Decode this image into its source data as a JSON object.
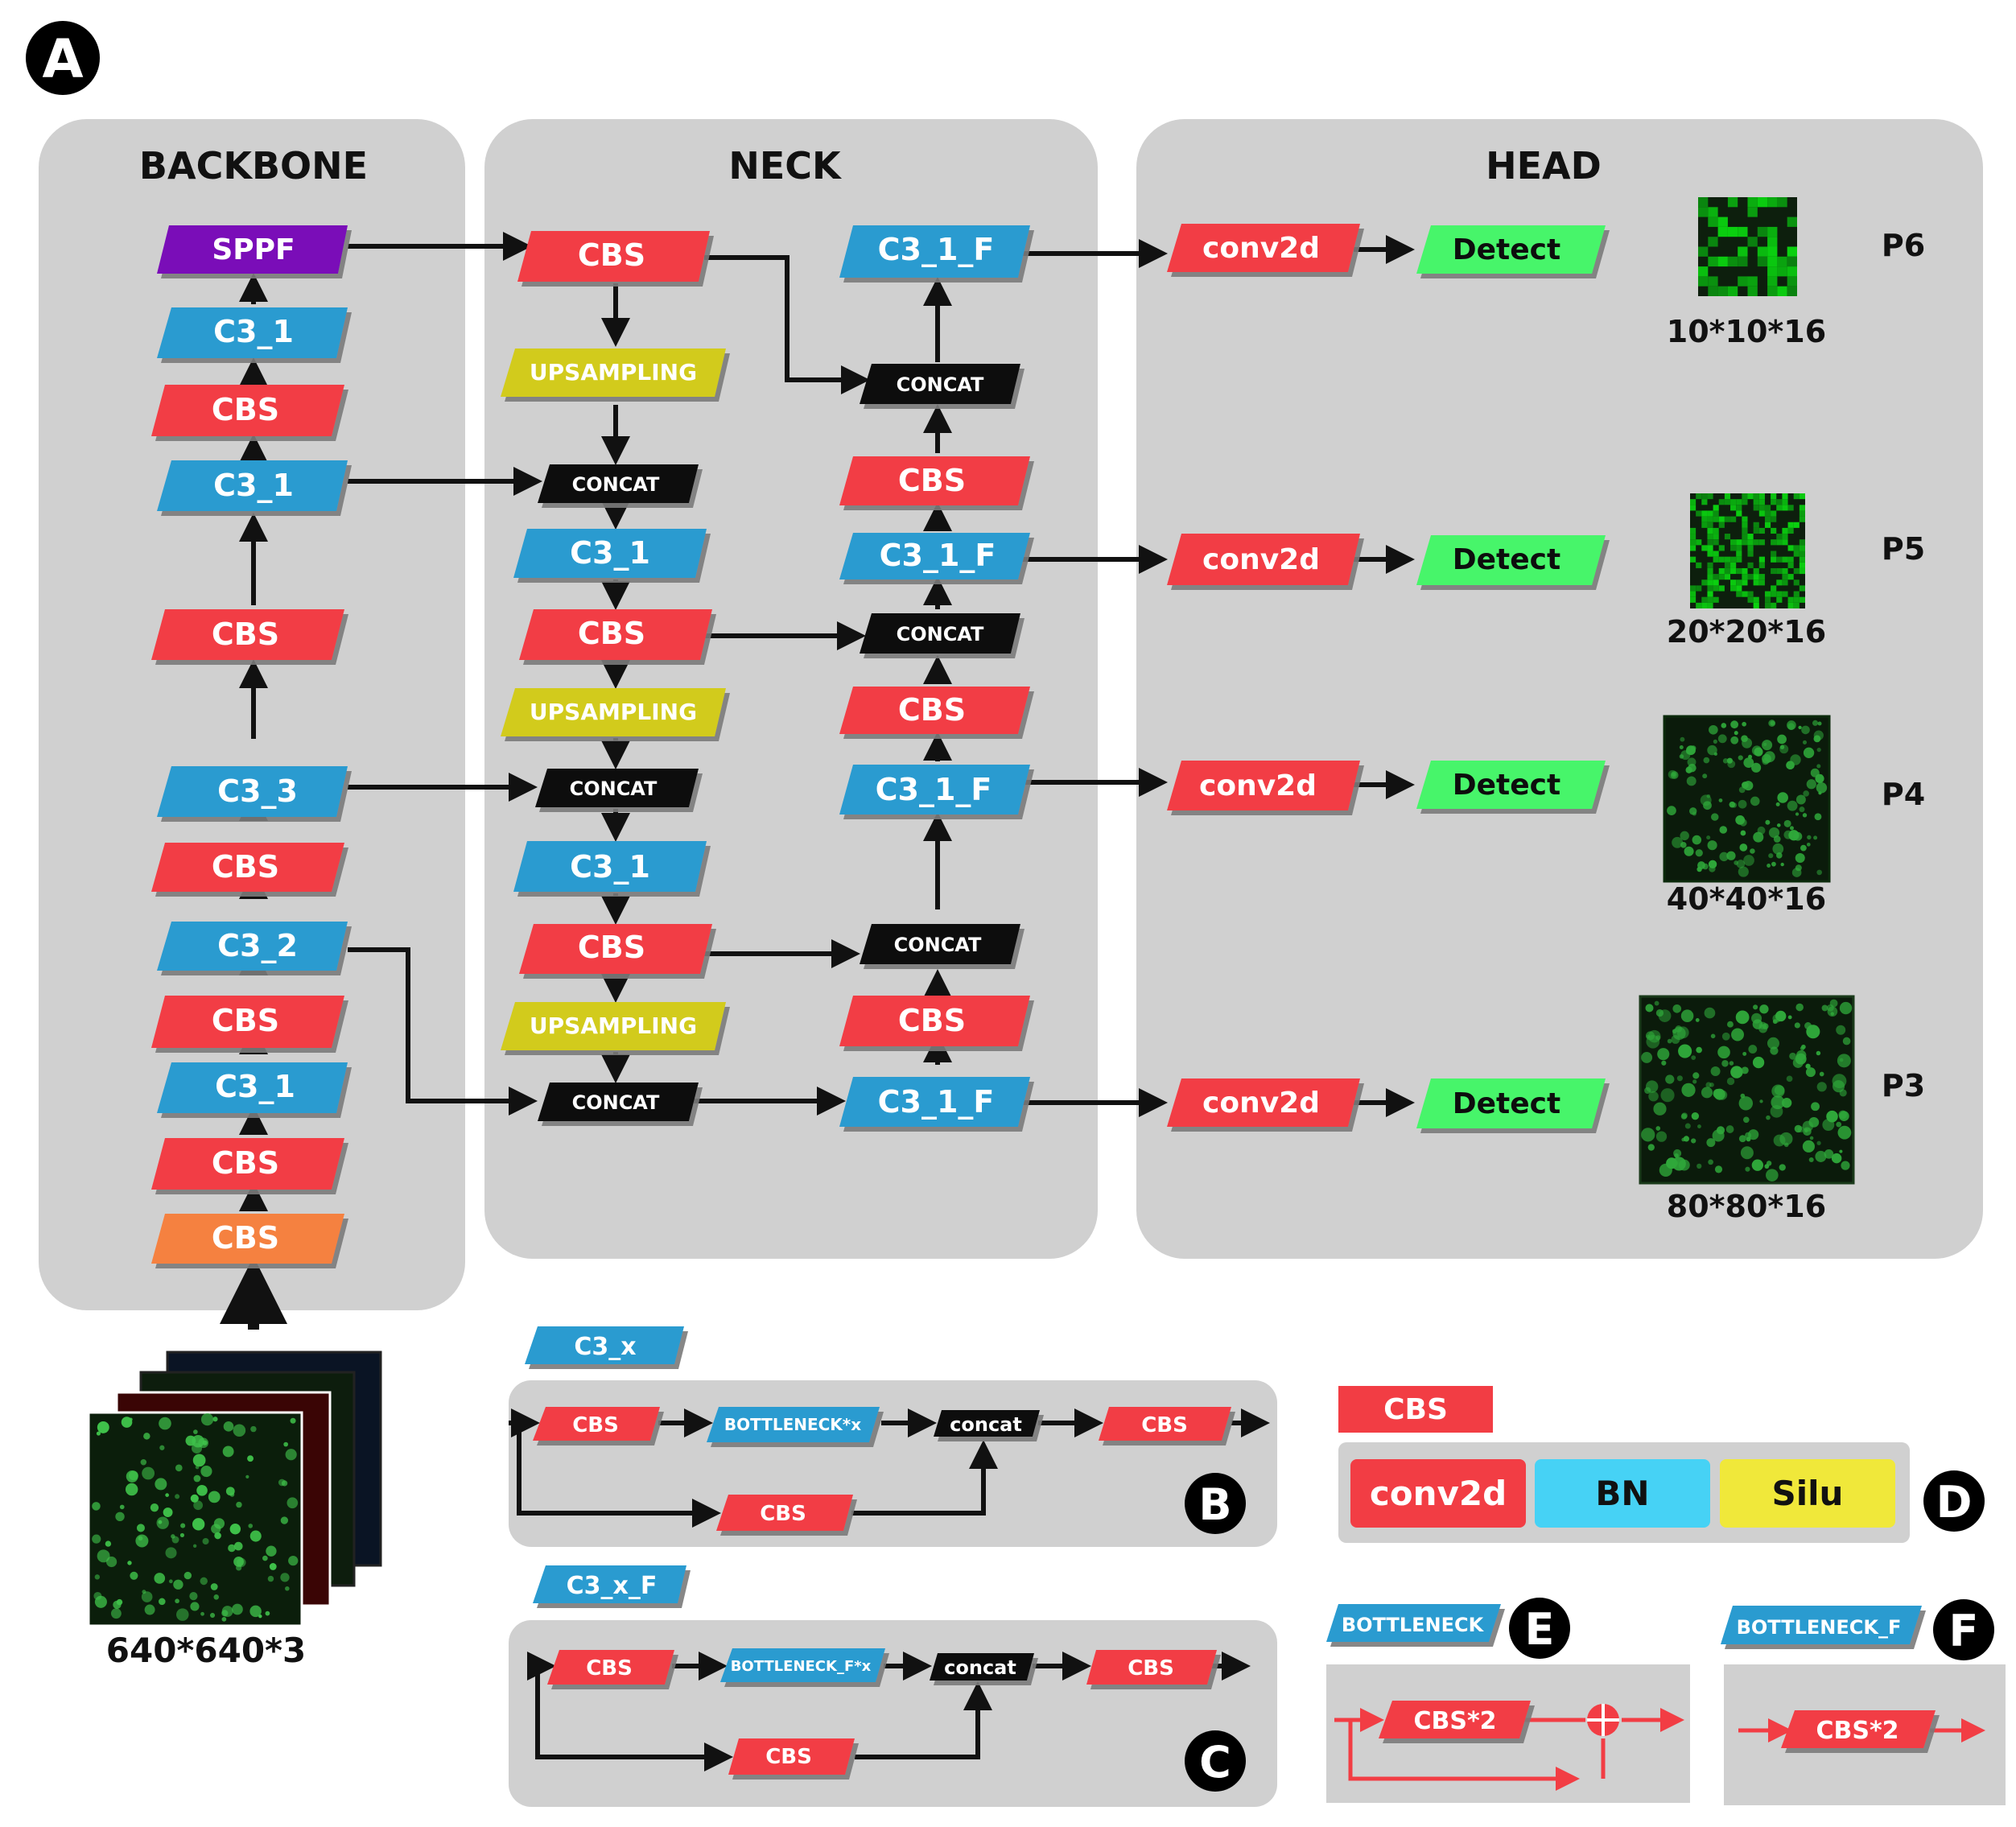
{
  "panel_labels": {
    "A": "A",
    "B": "B",
    "C": "C",
    "D": "D",
    "E": "E",
    "F": "F"
  },
  "sections": {
    "backbone": "BACKBONE",
    "neck": "NECK",
    "head": "HEAD"
  },
  "colors": {
    "cbs_red": "#f23d44",
    "c3_blue": "#2a9bd0",
    "sppf_purple": "#7a0fb8",
    "upsampling_yellow": "#d2cb1c",
    "concat_black": "#111111",
    "detect_green": "#46f56a",
    "first_cbs_orange": "#f5813f",
    "bn_cyan": "#46d2f5",
    "silu_yellow": "#f0e83a",
    "panel_gray": "#d0d0d0"
  },
  "backbone": {
    "sppf": "SPPF",
    "c3_1_top": "C3_1",
    "cbs_a": "CBS",
    "c3_1_mid": "C3_1",
    "cbs_b": "CBS",
    "c3_3": "C3_3",
    "cbs_c": "CBS",
    "c3_2": "C3_2",
    "cbs_d": "CBS",
    "c3_1_low": "C3_1",
    "cbs_e": "CBS",
    "cbs_first": "CBS",
    "input_size": "640*640*3"
  },
  "neck_left": {
    "cbs_1": "CBS",
    "upsampling_1": "UPSAMPLING",
    "concat_1": "CONCAT",
    "c3_1_a": "C3_1",
    "cbs_2": "CBS",
    "upsampling_2": "UPSAMPLING",
    "concat_2": "CONCAT",
    "c3_1_b": "C3_1",
    "cbs_3": "CBS",
    "upsampling_3": "UPSAMPLING",
    "concat_3": "CONCAT"
  },
  "neck_right": {
    "c3_1_f_top": "C3_1_F",
    "concat_top": "CONCAT",
    "cbs_top": "CBS",
    "c3_1_f_p5": "C3_1_F",
    "concat_mid": "CONCAT",
    "cbs_mid": "CBS",
    "c3_1_f_p4": "C3_1_F",
    "concat_low": "CONCAT",
    "cbs_low": "CBS",
    "c3_1_f_p3": "C3_1_F"
  },
  "head": {
    "conv2d": "conv2d",
    "detect": "Detect",
    "outputs": [
      {
        "level": "P6",
        "size": "10*10*16"
      },
      {
        "level": "P5",
        "size": "20*20*16"
      },
      {
        "level": "P4",
        "size": "40*40*16"
      },
      {
        "level": "P3",
        "size": "80*80*16"
      }
    ]
  },
  "module_b": {
    "title": "C3_x",
    "cbs_in": "CBS",
    "bottleneck": "BOTTLENECK*x",
    "concat": "concat",
    "cbs_out": "CBS",
    "cbs_skip": "CBS"
  },
  "module_c": {
    "title": "C3_x_F",
    "cbs_in": "CBS",
    "bottleneck": "BOTTLENECK_F*x",
    "concat": "concat",
    "cbs_out": "CBS",
    "cbs_skip": "CBS"
  },
  "module_d": {
    "title": "CBS",
    "conv2d": "conv2d",
    "bn": "BN",
    "silu": "Silu"
  },
  "module_e": {
    "title": "BOTTLENECK",
    "block": "CBS*2"
  },
  "module_f": {
    "title": "BOTTLENECK_F",
    "block": "CBS*2"
  }
}
